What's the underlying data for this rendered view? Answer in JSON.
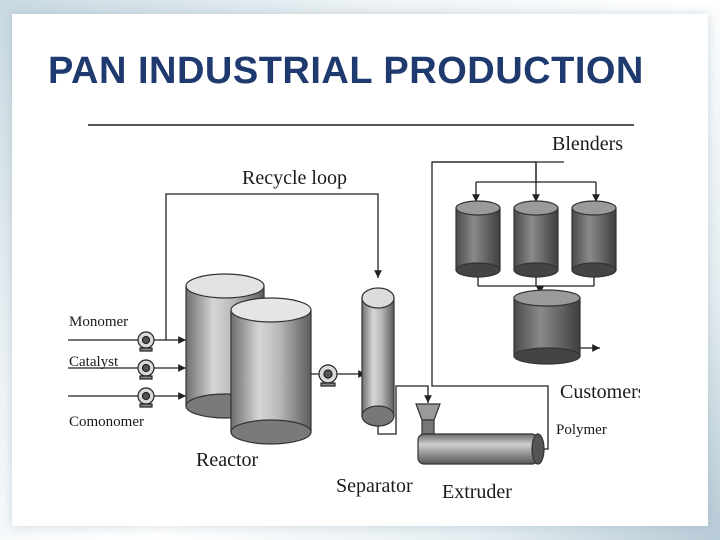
{
  "slide": {
    "title": "PAN INDUSTRIAL PRODUCTION"
  },
  "diagram": {
    "labels": {
      "blenders": "Blenders",
      "recycle_loop": "Recycle loop",
      "monomer": "Monomer",
      "catalyst": "Catalyst",
      "comonomer": "Comonomer",
      "reactor": "Reactor",
      "separator": "Separator",
      "extruder": "Extruder",
      "customers": "Customers",
      "polymer": "Polymer"
    },
    "colors": {
      "title": "#1f3a6e",
      "line": "#2a2a2a",
      "vessel_light": "#cfcfcf",
      "vessel_dark": "#6f6f6f"
    }
  }
}
